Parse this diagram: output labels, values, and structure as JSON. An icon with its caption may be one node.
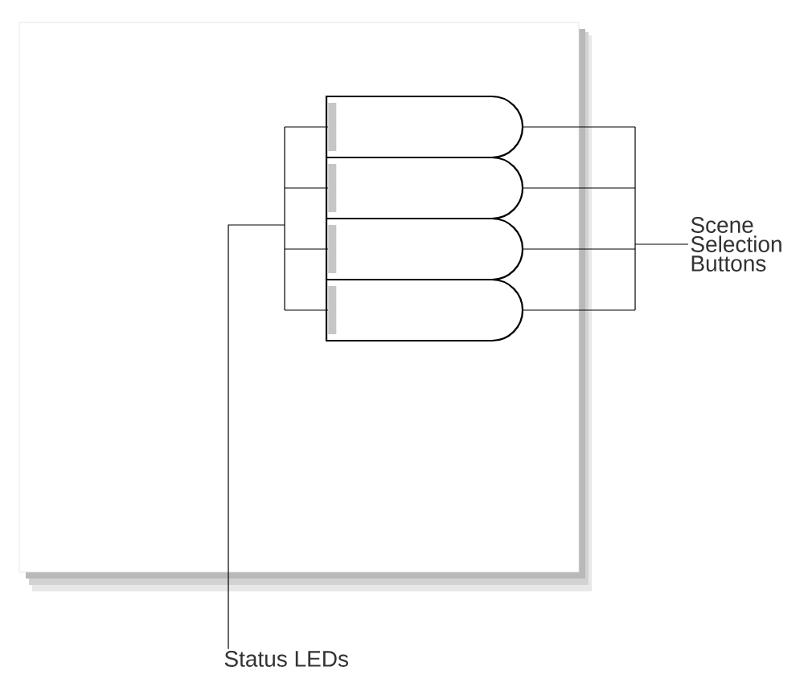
{
  "diagram": {
    "nodes": [
      {
        "text": [
          "Scene Selection Buttons"
        ]
      },
      {
        "text": [
          "Status LEDs"
        ]
      },
      {
        "text": [],
        "shape": "box"
      },
      {
        "text": [],
        "shape": "box"
      },
      {
        "text": [],
        "shape": "box"
      },
      {
        "text": [],
        "shape": "box"
      },
      {
        "text": [],
        "shape": "bar",
        "in": 2
      },
      {
        "text": [],
        "shape": "bar",
        "in": 3
      },
      {
        "text": [],
        "shape": "bar",
        "in": 4
      },
      {
        "text": [],
        "shape": "bar",
        "in": 5
      }
    ],
    "edges": [
      {
        "from": 0,
        "to": 2,
        "arrow": "none"
      },
      {
        "from": 0,
        "to": 3,
        "arrow": "none"
      },
      {
        "from": 0,
        "to": 4,
        "arrow": "none"
      },
      {
        "from": 0,
        "to": 5,
        "arrow": "none"
      },
      {
        "from": 1,
        "to": 6,
        "arrow": "none"
      },
      {
        "from": 1,
        "to": 7,
        "arrow": "none"
      },
      {
        "from": 1,
        "to": 8,
        "arrow": "none"
      },
      {
        "from": 1,
        "to": 9,
        "arrow": "none"
      }
    ]
  }
}
